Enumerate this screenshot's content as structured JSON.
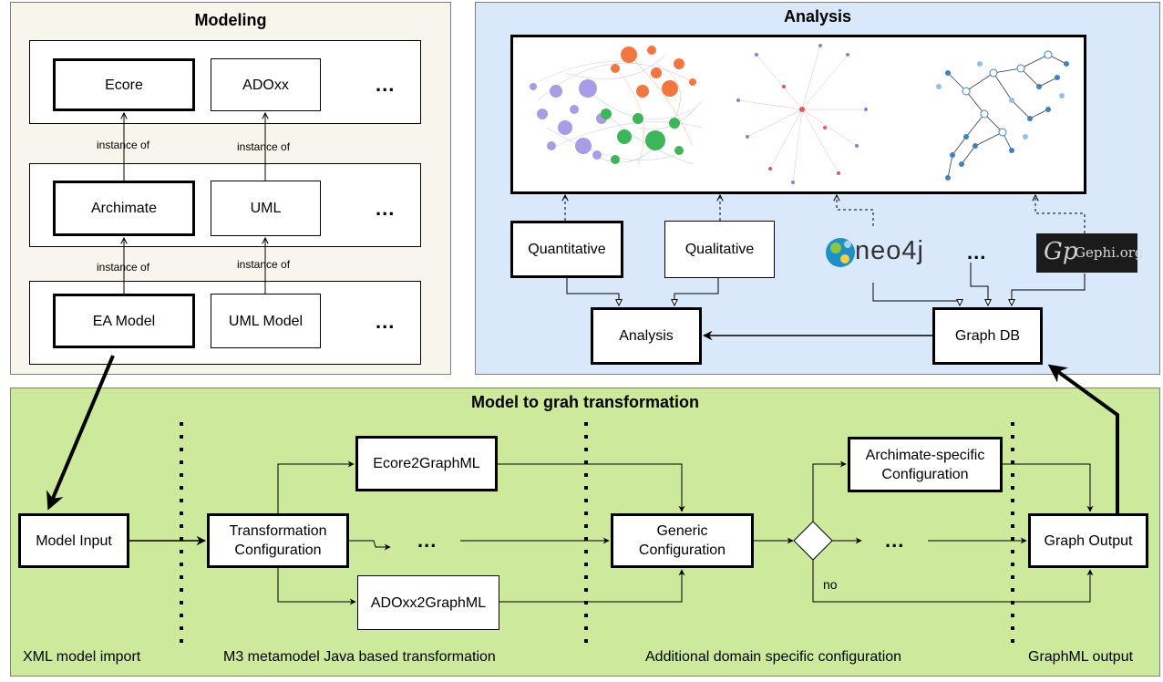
{
  "modeling": {
    "title": "Modeling",
    "meta_layer": {
      "ecore": "Ecore",
      "adoxx": "ADOxx",
      "more": "..."
    },
    "metamodel_layer": {
      "archimate": "Archimate",
      "uml": "UML",
      "more": "..."
    },
    "model_layer": {
      "ea_model": "EA Model",
      "uml_model": "UML Model",
      "more": "..."
    },
    "instance_of_labels": [
      "instance of",
      "instance of",
      "instance of",
      "instance of"
    ]
  },
  "analysis": {
    "title": "Analysis",
    "quantitative": "Quantitative",
    "qualitative": "Qualitative",
    "analysis_box": "Analysis",
    "graph_db": "Graph DB",
    "tools": {
      "neo4j": "neo4j",
      "gephi": "Gephi.org",
      "more": "..."
    }
  },
  "transformation": {
    "title": "Model to grah transformation",
    "model_input": "Model Input",
    "transformation_config": "Transformation Configuration",
    "ecore2graphml": "Ecore2GraphML",
    "adoxx2graphml": "ADOxx2GraphML",
    "more_middle": "...",
    "generic_config": "Generic Configuration",
    "archimate_config": "Archimate-specific Configuration",
    "more_right": "...",
    "graph_output": "Graph Output",
    "no_label": "no",
    "captions": {
      "xml_import": "XML model import",
      "m3_transformation": "M3 metamodel Java based transformation",
      "domain_config": "Additional domain specific configuration",
      "graphml_output": "GraphML output"
    }
  },
  "colors": {
    "modeling_bg": "#f8f5ec",
    "analysis_bg": "#dae8fc",
    "transformation_bg": "#cde99b",
    "node_purple": "#a99ce6",
    "node_orange": "#f2763f",
    "node_green": "#3fb55a",
    "node_blue": "#3d82c4"
  }
}
